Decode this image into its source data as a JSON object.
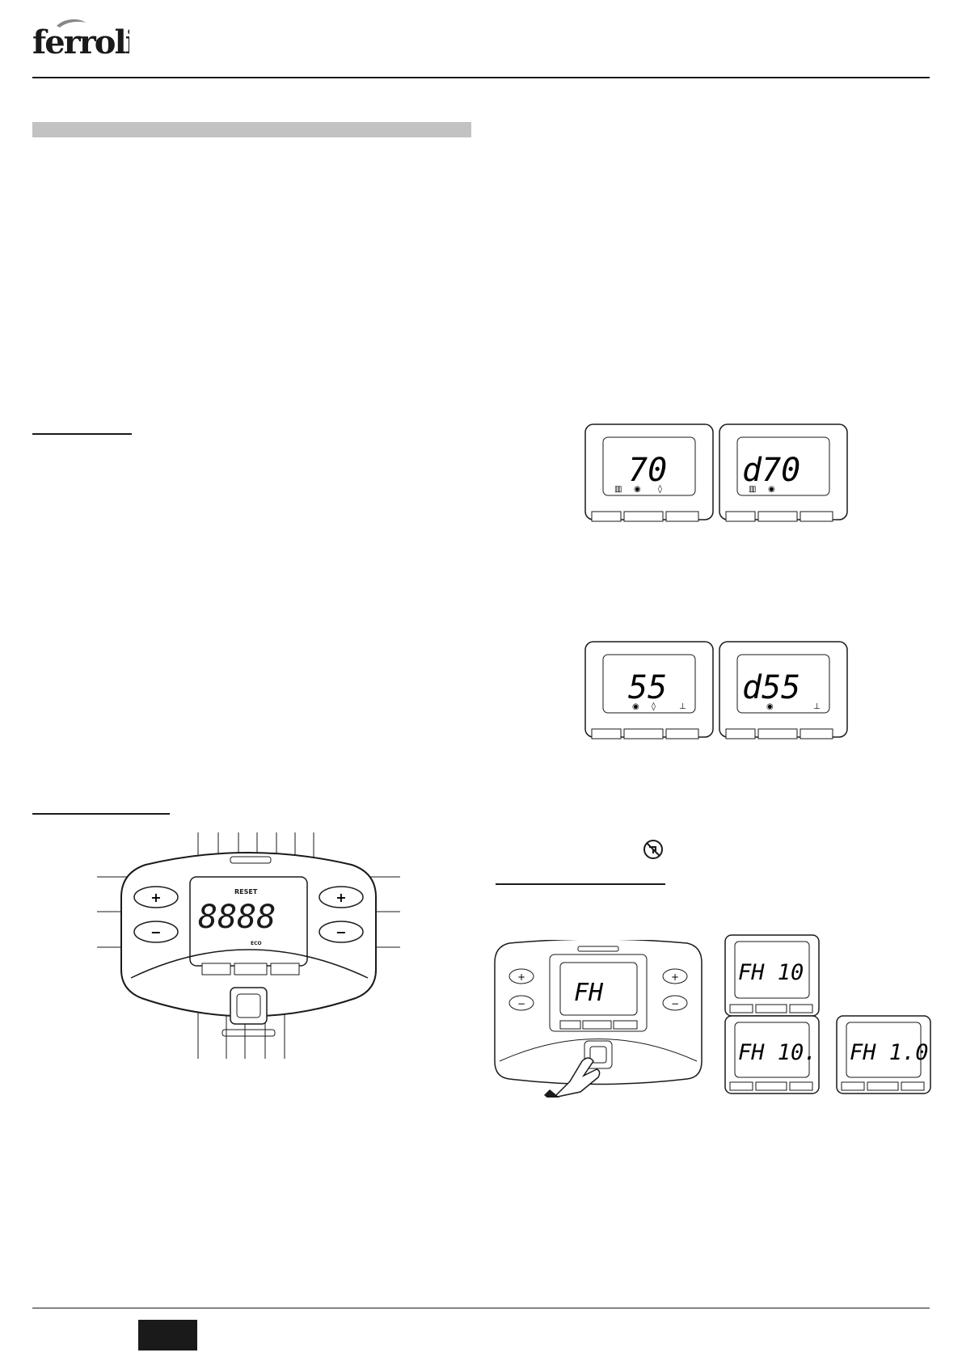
{
  "brand": {
    "name": "ferroli",
    "logo_icon": "ferroli-logo"
  },
  "control_panel_diagram": {
    "display_digits": "8888",
    "button_plus": "+",
    "button_minus": "−",
    "reset_label": "RESET",
    "eco_label": "ECO"
  },
  "heating_displays": [
    {
      "value": "70",
      "icons": [
        "radiator-icon",
        "pump-icon",
        "flame-icon"
      ]
    },
    {
      "value": "d70",
      "icons": [
        "radiator-icon",
        "pump-icon"
      ]
    }
  ],
  "dhw_displays": [
    {
      "value": "55",
      "icons": [
        "pump-icon",
        "flame-icon",
        "tap-icon"
      ]
    },
    {
      "value": "d55",
      "icons": [
        "pump-icon",
        "tap-icon"
      ]
    }
  ],
  "no_dhw_icon": "no-hot-water-icon",
  "info_sequence": {
    "main_display": "FH",
    "screens": [
      "FH 10",
      "FH 10.",
      "FH 1.0"
    ]
  },
  "colors": {
    "rule": "#1a1a1a",
    "grey_bar": "#c2c2c2"
  }
}
